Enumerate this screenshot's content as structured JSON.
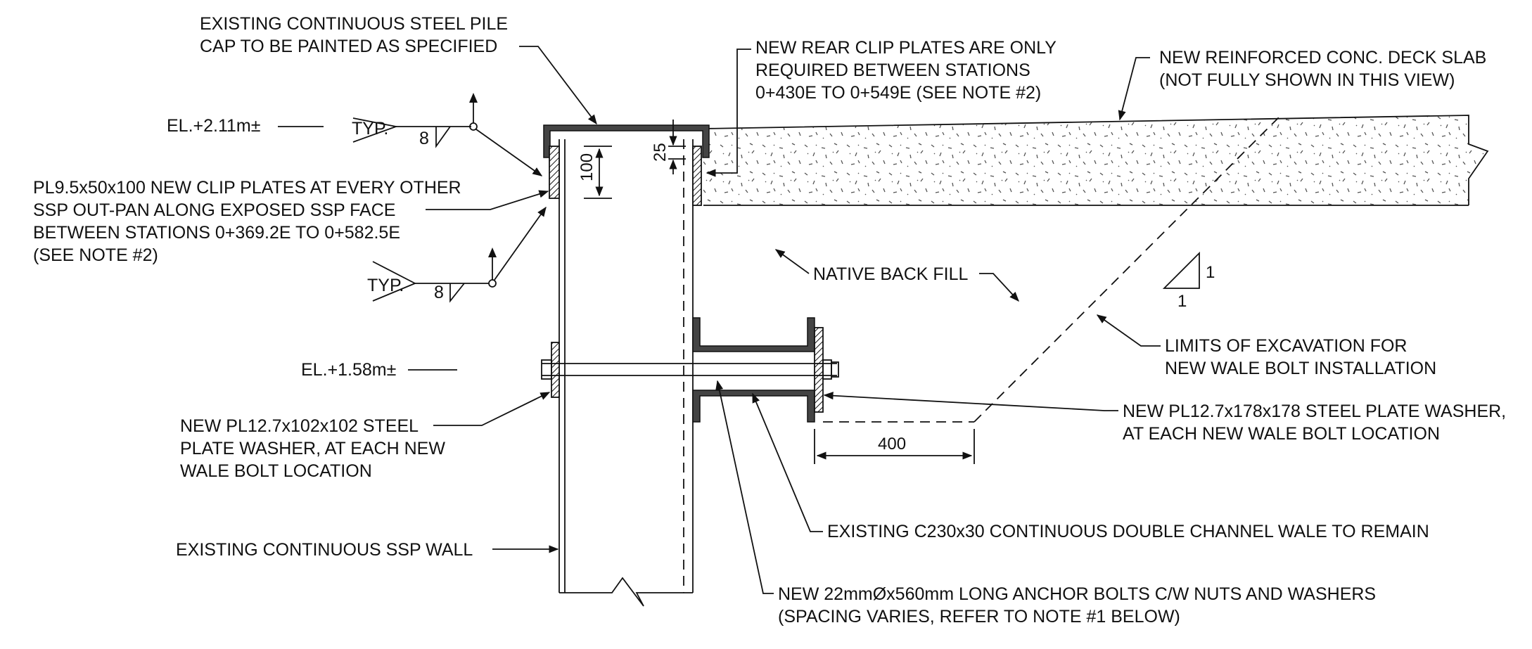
{
  "labels": {
    "pile_cap_1": "EXISTING CONTINUOUS STEEL PILE",
    "pile_cap_2": "CAP TO BE PAINTED AS SPECIFIED",
    "rear_clip_1": "NEW REAR CLIP PLATES ARE ONLY",
    "rear_clip_2": "REQUIRED BETWEEN STATIONS",
    "rear_clip_3": "0+430E TO 0+549E (SEE NOTE #2)",
    "deck_slab_1": "NEW REINFORCED CONC. DECK SLAB",
    "deck_slab_2": "(NOT FULLY SHOWN IN THIS VIEW)",
    "el_top": "EL.+2.11m±",
    "el_bolt": "EL.+1.58m±",
    "typ_top": "TYP.",
    "typ_bottom": "TYP.",
    "weld_top": "8",
    "weld_bottom": "8",
    "clip_plates_1": "PL9.5x50x100 NEW CLIP PLATES AT EVERY OTHER",
    "clip_plates_2": "SSP OUT-PAN ALONG EXPOSED SSP FACE",
    "clip_plates_3": "BETWEEN STATIONS 0+369.2E TO 0+582.5E",
    "clip_plates_4": "(SEE NOTE #2)",
    "native_backfill": "NATIVE BACK FILL",
    "excavation_1": "LIMITS OF EXCAVATION FOR",
    "excavation_2": "NEW WALE BOLT INSTALLATION",
    "slope_rise": "1",
    "slope_run": "1",
    "washer_small_1": "NEW PL12.7x102x102 STEEL",
    "washer_small_2": "PLATE WASHER, AT EACH NEW",
    "washer_small_3": "WALE BOLT LOCATION",
    "washer_large_1": "NEW PL12.7x178x178 STEEL PLATE WASHER,",
    "washer_large_2": "AT EACH NEW WALE BOLT LOCATION",
    "ssp_wall": "EXISTING CONTINUOUS SSP WALL",
    "wale": "EXISTING C230x30 CONTINUOUS DOUBLE CHANNEL WALE TO REMAIN",
    "anchor_bolts_1": "NEW 22mmØx560mm LONG ANCHOR BOLTS C/W NUTS AND WASHERS",
    "anchor_bolts_2": "(SPACING VARIES, REFER TO NOTE #1 BELOW)"
  },
  "dimensions": {
    "clip_height": "100",
    "cap_gap": "25",
    "excavation_offset": "400"
  }
}
